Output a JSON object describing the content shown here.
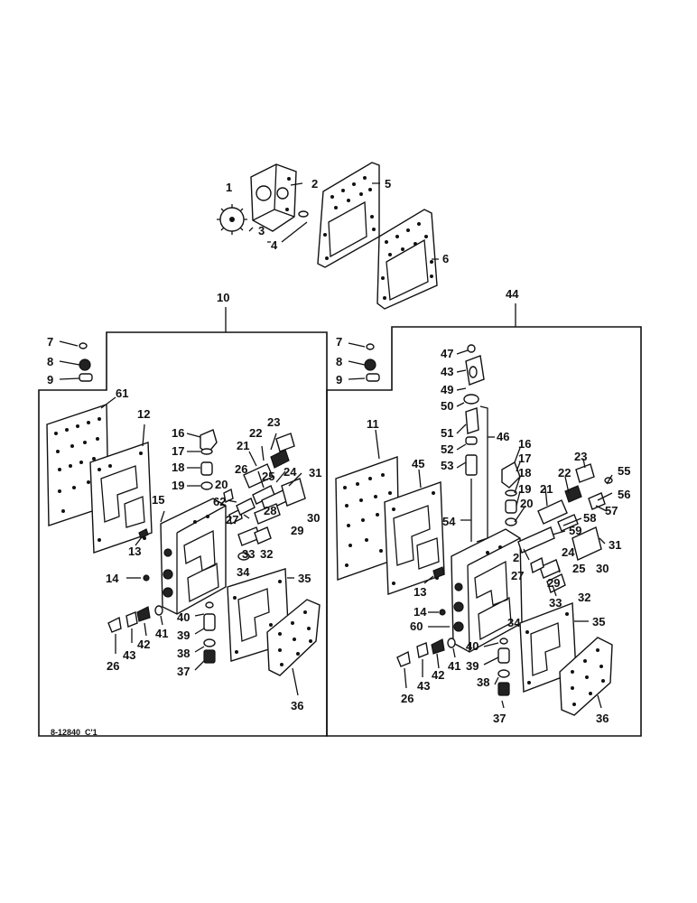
{
  "figure_code": "8-12840",
  "figure_code_suffix": "C'1",
  "callouts": {
    "c1": "1",
    "c2": "2",
    "c3": "3",
    "c4": "4",
    "c5": "5",
    "c6": "6",
    "c10": "10",
    "c44": "44",
    "L7": "7",
    "L8": "8",
    "L9": "9",
    "L61": "61",
    "L12": "12",
    "L13": "13",
    "L14": "14",
    "L15": "15",
    "L16": "16",
    "L17": "17",
    "L18": "18",
    "L19": "19",
    "L20": "20",
    "L62": "62",
    "L21": "21",
    "L22": "22",
    "L23": "23",
    "L26": "26",
    "L25": "25",
    "L24": "24",
    "L31": "31",
    "L27": "27",
    "L28": "28",
    "L29": "29",
    "L30": "30",
    "L33": "33",
    "L32": "32",
    "L34": "34",
    "L35": "35",
    "L40": "40",
    "L39": "39",
    "L38": "38",
    "L37": "37",
    "L36": "36",
    "L41": "41",
    "L42": "42",
    "L43": "43",
    "L26b": "26",
    "R7": "7",
    "R8": "8",
    "R9": "9",
    "R47": "47",
    "R43t": "43",
    "R49": "49",
    "R50": "50",
    "R51": "51",
    "R52": "52",
    "R53": "53",
    "R46": "46",
    "R54": "54",
    "R11": "11",
    "R45": "45",
    "R16": "16",
    "R17": "17",
    "R18": "18",
    "R19": "19",
    "R20": "20",
    "R21": "21",
    "R22": "22",
    "R23": "23",
    "R55": "55",
    "R56": "56",
    "R57": "57",
    "R58": "58",
    "R59": "59",
    "R2": "2",
    "R27": "27",
    "R31": "31",
    "R24": "24",
    "R25": "25",
    "R30": "30",
    "R29": "29",
    "R33": "33",
    "R32": "32",
    "R13": "13",
    "R14": "14",
    "R60": "60",
    "R34": "34",
    "R35": "35",
    "R40": "40",
    "R39": "39",
    "R41": "41",
    "R42": "42",
    "R43": "43",
    "R26": "26",
    "R38": "38",
    "R37": "37",
    "R36": "36"
  }
}
